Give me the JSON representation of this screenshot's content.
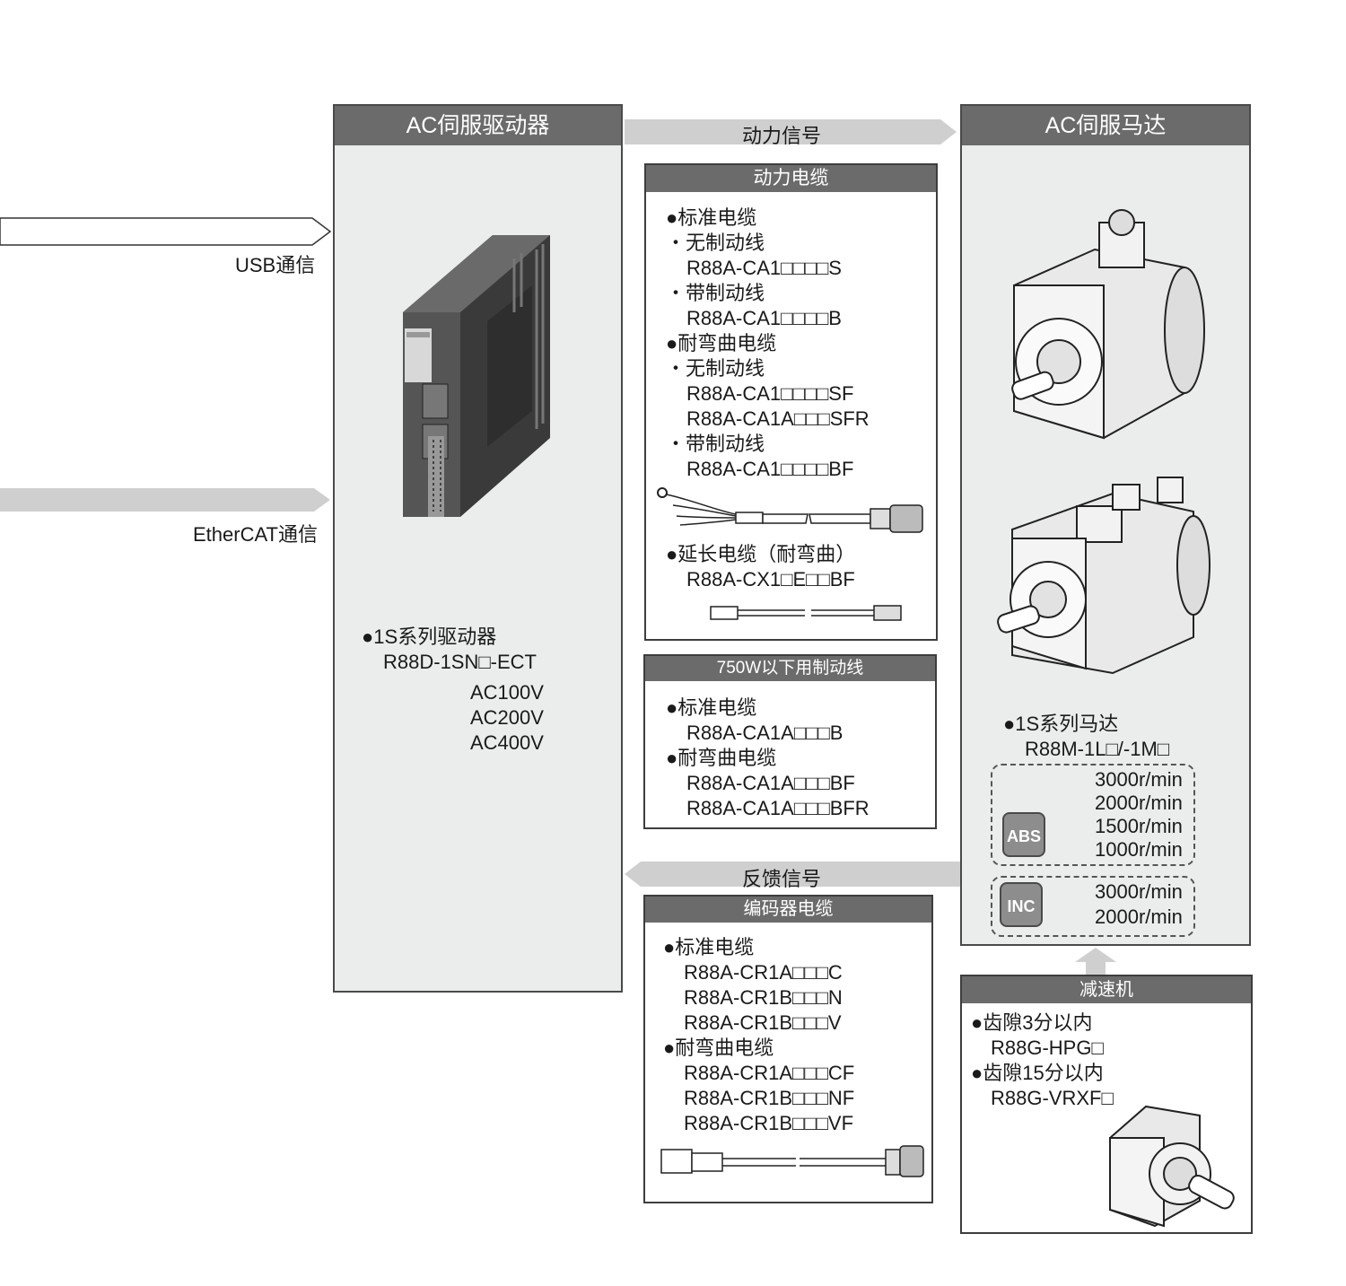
{
  "left": {
    "usb_label": "USB通信",
    "ethercat_label": "EtherCAT通信"
  },
  "driver": {
    "title": "AC伺服驱动器",
    "series": "●1S系列驱动器",
    "model": "R88D-1SN□-ECT",
    "voltages": [
      "AC100V",
      "AC200V",
      "AC400V"
    ]
  },
  "signals": {
    "power": "动力信号",
    "feedback": "反馈信号"
  },
  "power_cable": {
    "title": "动力电缆",
    "lines": [
      "●标准电缆",
      "・无制动线",
      "R88A-CA1□□□□S",
      "・带制动线",
      "R88A-CA1□□□□B",
      "●耐弯曲电缆",
      "・无制动线",
      "R88A-CA1□□□□SF",
      "R88A-CA1A□□□SFR",
      "・带制动线",
      "R88A-CA1□□□□BF"
    ],
    "ext_lines": [
      "●延长电缆（耐弯曲）",
      "R88A-CX1□E□□BF"
    ]
  },
  "brake_cable": {
    "title": "750W以下用制动线",
    "lines": [
      "●标准电缆",
      "R88A-CA1A□□□B",
      "●耐弯曲电缆",
      "R88A-CA1A□□□BF",
      "R88A-CA1A□□□BFR"
    ]
  },
  "encoder_cable": {
    "title": "编码器电缆",
    "lines": [
      "●标准电缆",
      "R88A-CR1A□□□C",
      "R88A-CR1B□□□N",
      "R88A-CR1B□□□V",
      "●耐弯曲电缆",
      "R88A-CR1A□□□CF",
      "R88A-CR1B□□□NF",
      "R88A-CR1B□□□VF"
    ]
  },
  "motor": {
    "title": "AC伺服马达",
    "series": "●1S系列马达",
    "model": "R88M-1L□/-1M□",
    "abs": {
      "badge": "ABS",
      "speeds": [
        "3000r/min",
        "2000r/min",
        "1500r/min",
        "1000r/min"
      ]
    },
    "inc": {
      "badge": "INC",
      "speeds": [
        "3000r/min",
        "2000r/min"
      ]
    }
  },
  "reducer": {
    "title": "减速机",
    "lines": [
      "●齿隙3分以内",
      "R88G-HPG□",
      "●齿隙15分以内",
      "R88G-VRXF□"
    ]
  },
  "colors": {
    "panel_bg": "#ebeded",
    "header": "#6b6b6b",
    "arrow": "#cfcfcf"
  }
}
